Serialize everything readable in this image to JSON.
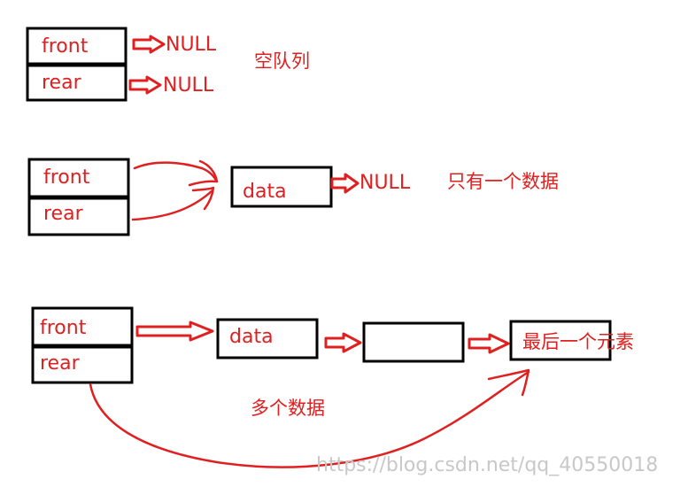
{
  "queue_empty": {
    "front_label": "front",
    "rear_label": "rear",
    "front_null": "NULL",
    "rear_null": "NULL",
    "caption": "空队列"
  },
  "queue_single": {
    "front_label": "front",
    "rear_label": "rear",
    "node_label": "data",
    "node_null": "NULL",
    "caption": "只有一个数据"
  },
  "queue_multi": {
    "front_label": "front",
    "rear_label": "rear",
    "first_node_label": "data",
    "last_node_label": "最后一个元素",
    "caption": "多个数据"
  },
  "watermark": "https://blog.csdn.net/qq_40550018",
  "colors": {
    "ink": "#000000",
    "annotation": "#e02020",
    "watermark": "#c8c8c8"
  }
}
